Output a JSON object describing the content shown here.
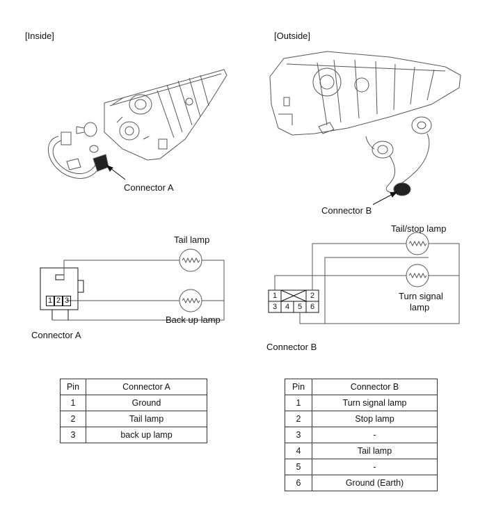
{
  "views": {
    "inside": "[Inside]",
    "outside": "[Outside]"
  },
  "callouts": {
    "connector_a": "Connector A",
    "connector_b": "Connector B"
  },
  "lamps": {
    "tail": "Tail lamp",
    "backup": "Back up lamp",
    "tail_stop": "Tail/stop lamp",
    "turn_line1": "Turn signal",
    "turn_line2": "lamp"
  },
  "connector_a_pins": [
    "1",
    "2",
    "3"
  ],
  "connector_b_pins": [
    "1",
    "2",
    "3",
    "4",
    "5",
    "6"
  ],
  "table_a": {
    "headers": [
      "Pin",
      "Connector A"
    ],
    "rows": [
      [
        "1",
        "Ground"
      ],
      [
        "2",
        "Tail lamp"
      ],
      [
        "3",
        "back up lamp"
      ]
    ]
  },
  "table_b": {
    "headers": [
      "Pin",
      "Connector B"
    ],
    "rows": [
      [
        "1",
        "Turn signal lamp"
      ],
      [
        "2",
        "Stop lamp"
      ],
      [
        "3",
        "-"
      ],
      [
        "4",
        "Tail lamp"
      ],
      [
        "5",
        "-"
      ],
      [
        "6",
        "Ground (Earth)"
      ]
    ]
  }
}
